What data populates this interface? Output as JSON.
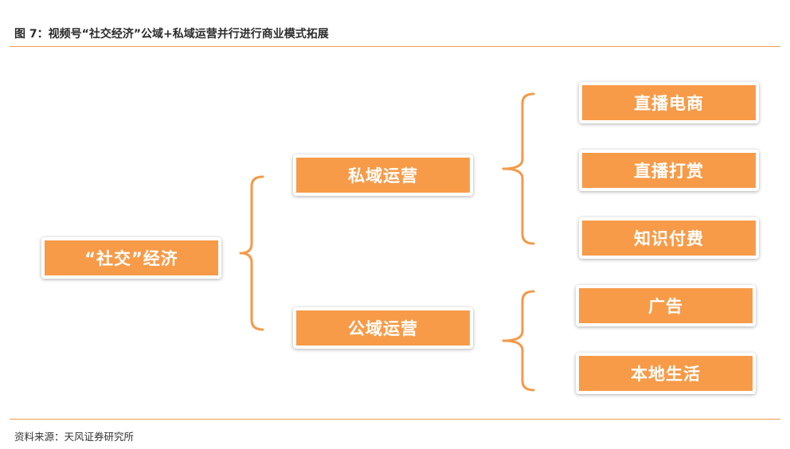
{
  "header": {
    "title": "图 7：视频号“社交经济”公域+私域运营并行进行商业模式拓展"
  },
  "diagram": {
    "root": "“社交”经济",
    "branches": [
      {
        "label": "私域运营",
        "children": [
          "直播电商",
          "直播打赏",
          "知识付费"
        ]
      },
      {
        "label": "公域运营",
        "children": [
          "广告",
          "本地生活"
        ]
      }
    ]
  },
  "footer": {
    "source": "资料来源：天风证券研究所"
  },
  "colors": {
    "node_fill": "#f79b48",
    "bracket": "#f39a4a",
    "rule": "#f39a4a"
  }
}
